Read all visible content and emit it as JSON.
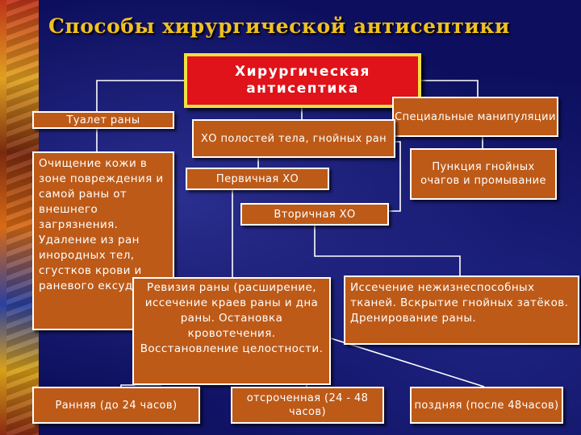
{
  "title": "Способы хирургической антисептики",
  "boxes": {
    "main": "Хирургическая антисептика",
    "toilet": "Туалет раны",
    "special": "Специальные манипуляции",
    "xo_cavities": "ХО полостей тела, гнойных ран",
    "puncture": "Пункция гнойных очагов и промывание",
    "primary": "Первичная ХО",
    "secondary": "Вторичная ХО",
    "cleansing": "Очищение кожи в зоне повреждения и самой раны от внешнего загрязнения. Удаление из ран инородных тел, сгустков крови и раневого ексудата.",
    "revision": "Ревизия раны (расширение, иссечение краев раны и дна раны. Остановка кровотечения. Восстановление целостности.",
    "excision": "Иссечение нежизнеспособных тканей. Вскрытие гнойных затёков. Дренирование раны.",
    "early": "Ранняя (до 24 часов)",
    "delayed": "отсроченная (24 - 48 часов)",
    "late": "поздняя (после 48часов)"
  }
}
